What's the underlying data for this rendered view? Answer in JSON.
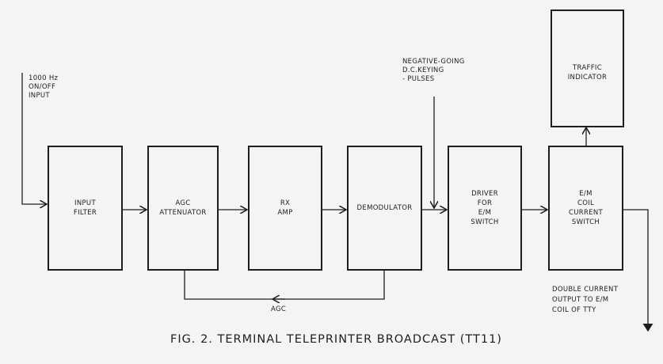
{
  "input_label": "1000 Hz\nON/OFF\nINPUT",
  "keying_label": "NEGATIVE-GOING\n  D.C.KEYING\n - PULSES",
  "blocks": {
    "input_filter": "INPUT\nFILTER",
    "agc_attenuator": "AGC\nATTENUATOR",
    "rx_amp": "RX\nAMP",
    "demodulator": "DEMODULATOR",
    "driver": "DRIVER\nFOR\nE/M\nSWITCH",
    "coil_switch": "E/M\nCOIL\nCURRENT\nSWITCH",
    "traffic_indicator": "TRAFFIC\nINDICATOR"
  },
  "agc_label": "AGC",
  "output_label": "DOUBLE CURRENT\nOUTPUT TO E/M\n  COIL OF TTY",
  "caption": "FIG. 2.  TERMINAL TELEPRINTER BROADCAST (TT11)"
}
